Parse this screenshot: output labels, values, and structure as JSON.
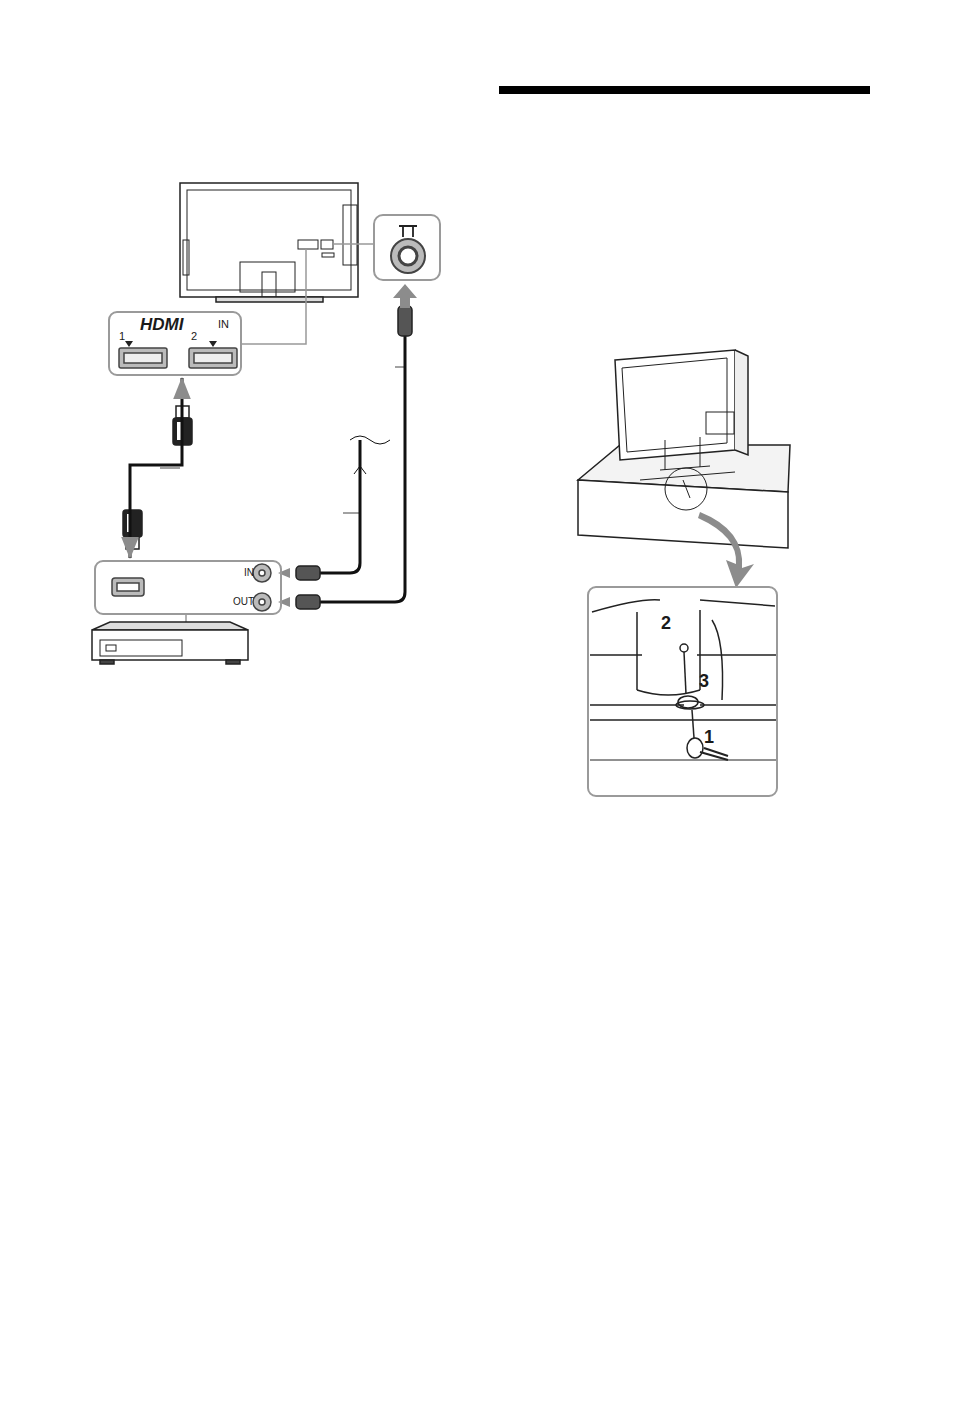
{
  "diagram": {
    "nodes": [
      {
        "text": [
          "HDMI",
          "IN",
          "1",
          "2"
        ]
      },
      {
        "text": [
          "IN",
          "OUT"
        ]
      },
      {
        "text": [
          "2",
          "3",
          "1"
        ]
      }
    ],
    "edges": [
      {
        "from": 0,
        "to": 1,
        "arrow": "both"
      }
    ]
  }
}
